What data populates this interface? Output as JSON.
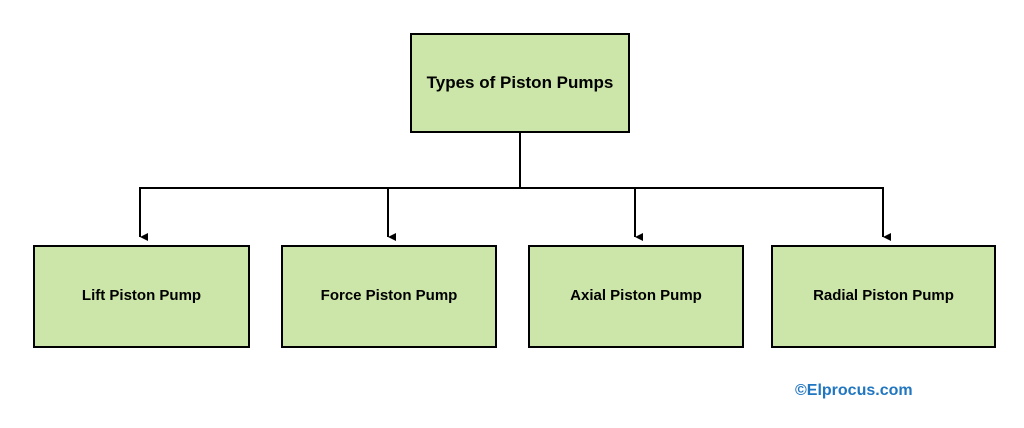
{
  "diagram": {
    "title_node": {
      "label": "Types of Piston Pumps"
    },
    "children": [
      {
        "label": "Lift Piston Pump"
      },
      {
        "label": "Force Piston Pump"
      },
      {
        "label": "Axial Piston Pump"
      },
      {
        "label": "Radial Piston Pump"
      }
    ],
    "watermark": "©Elprocus.com",
    "colors": {
      "box_fill": "#cbe6a8",
      "box_border": "#000000",
      "line": "#000000",
      "watermark": "#2176c0"
    }
  }
}
